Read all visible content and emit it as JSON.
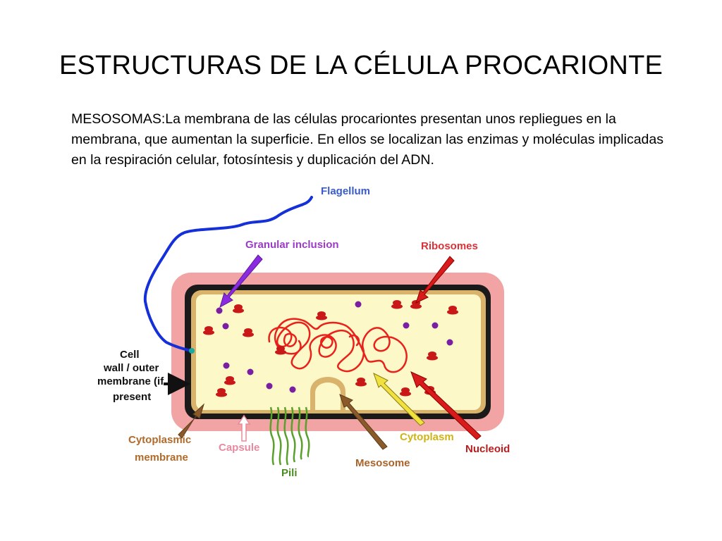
{
  "slide": {
    "title": "ESTRUCTURAS DE LA CÉLULA PROCARIONTE",
    "body": "MESOSOMAS:La membrana de las células procariontes presentan unos repliegues en la membrana, que aumentan la superficie. En ellos se localizan las enzimas y moléculas implicadas en la respiración celular, fotosíntesis y duplicación del ADN."
  },
  "diagram": {
    "labels": {
      "flagellum": "Flagellum",
      "granular_inclusion": "Granular inclusion",
      "ribosomes": "Ribosomes",
      "cell_wall": [
        "Cell",
        "wall / outer",
        "membrane (if",
        "present"
      ],
      "cytoplasmic_membrane": [
        "Cytoplasmic",
        "membrane"
      ],
      "capsule": "Capsule",
      "pili": "Pili",
      "mesosome": "Mesosome",
      "cytoplasm": "Cytoplasm",
      "nucleoid": "Nucleoid"
    },
    "colors": {
      "capsule": "#f2a3a3",
      "cell_wall": "#1a1a1a",
      "cytoplasmic_membrane": "#d9b36b",
      "cytoplasm": "#fdf8c8",
      "flagellum": "#1530d8",
      "pili": "#5aa02c",
      "nucleoid": "#e8211b",
      "ribosome": "#c81818",
      "granule": "#7b1fa2"
    }
  }
}
